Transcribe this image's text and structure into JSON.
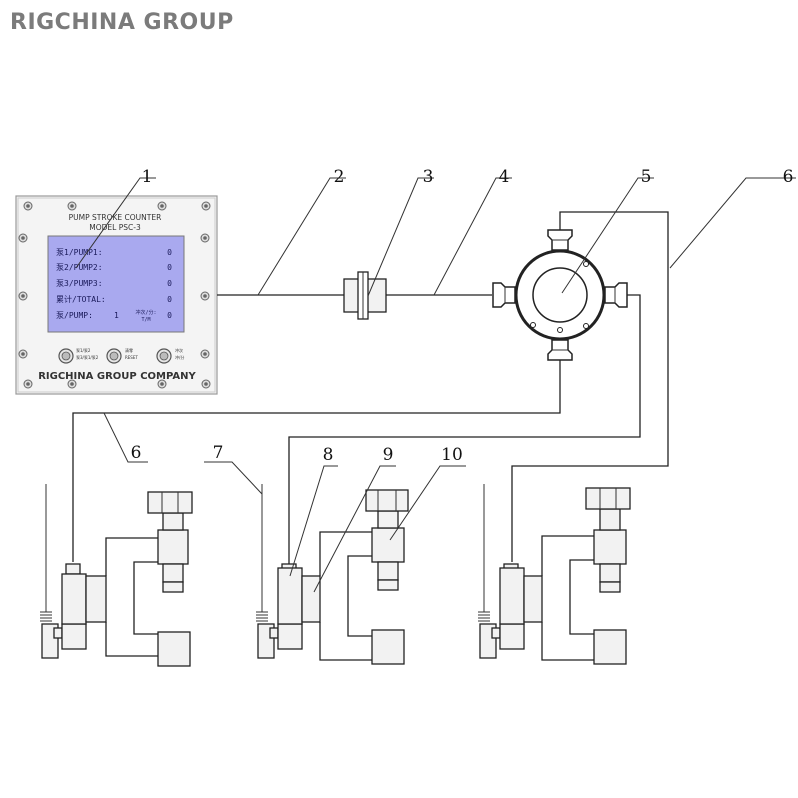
{
  "brand": "RIGCHINA GROUP",
  "counter": {
    "title_line1": "PUMP STROKE COUNTER",
    "title_line2": "MODEL PSC-3",
    "rows": [
      {
        "label": "泵1/PUMP1:",
        "value": "0"
      },
      {
        "label": "泵2/PUMP2:",
        "value": "0"
      },
      {
        "label": "泵3/PUMP3:",
        "value": "0"
      },
      {
        "label": "累计/TOTAL:",
        "value": "0"
      }
    ],
    "pump_row": {
      "label": "泵/PUMP:",
      "pump_no": "1",
      "unit_cn": "冲次/分:",
      "unit_en": "T/M",
      "value": "0"
    },
    "buttons": [
      {
        "line1": "泵1/泵2",
        "line2": "泵3/泵1/泵2"
      },
      {
        "line1": "清零",
        "line2": "RESET"
      },
      {
        "line1": "冲次",
        "line2": "冲/分"
      }
    ],
    "company": "RIGCHINA GROUP COMPANY"
  },
  "callouts": [
    "1",
    "2",
    "3",
    "4",
    "5",
    "6",
    "6",
    "7",
    "8",
    "9",
    "10"
  ],
  "colors": {
    "screen": "#a9a9ef",
    "panel": "#f4f4f4",
    "brand": "#7b7b7b"
  }
}
